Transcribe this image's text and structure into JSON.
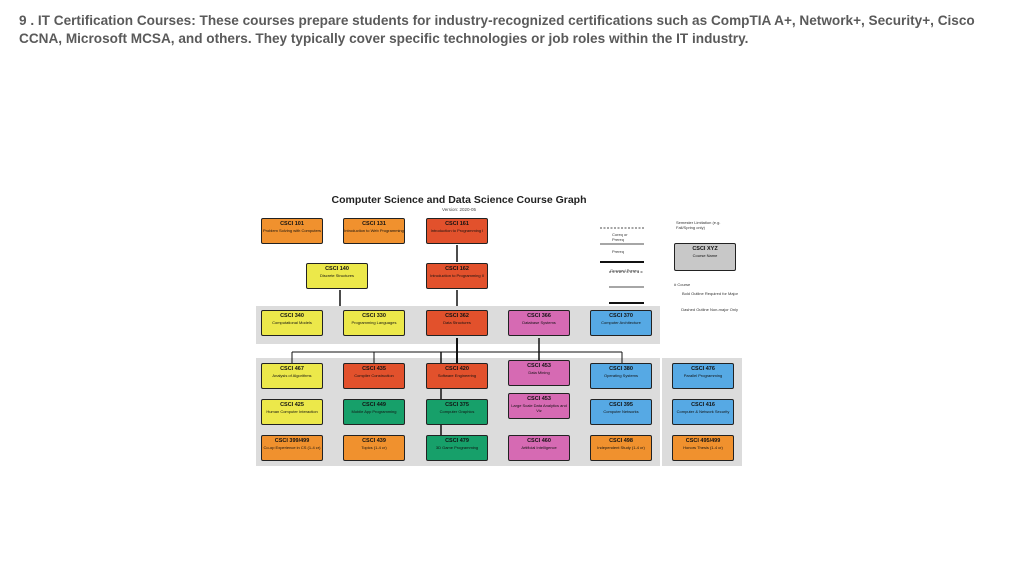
{
  "caption": "9 . IT Certification Courses: These courses prepare students for industry-recognized certifications such as CompTIA A+, Network+, Security+, Cisco CCNA, Microsoft MCSA, and others. They typically cover specific technologies or job roles within the IT industry.",
  "figure": {
    "title": "Computer Science and Data Science Course Graph",
    "version": "Version: 2020-05",
    "colors": {
      "orange": "#f0912e",
      "red": "#e2512c",
      "yellow": "#ece84a",
      "green": "#17a06a",
      "pink": "#d66ab3",
      "blue": "#56a9e4",
      "gray": "#c8c8c8"
    },
    "nodes": {
      "n101": {
        "code": "CSCI 101",
        "name": "Problem Solving with Computers"
      },
      "n131": {
        "code": "CSCI 131",
        "name": "Introduction to Web Programming"
      },
      "n161": {
        "code": "CSCI 161",
        "name": "Introduction to Programming I"
      },
      "n140": {
        "code": "CSCI 140",
        "name": "Discrete Structures"
      },
      "n162": {
        "code": "CSCI 162",
        "name": "Introduction to Programming II"
      },
      "n340": {
        "code": "CSCI 340",
        "name": "Computational Models"
      },
      "n330": {
        "code": "CSCI 330",
        "name": "Programming Languages"
      },
      "n362": {
        "code": "CSCI 362",
        "name": "Data Structures"
      },
      "n366": {
        "code": "CSCI 366",
        "name": "Database Systems"
      },
      "n370": {
        "code": "CSCI 370",
        "name": "Computer Architecture"
      },
      "n467": {
        "code": "CSCI 467",
        "name": "Analysis of Algorithms"
      },
      "n435": {
        "code": "CSCI 435",
        "name": "Compiler Construction"
      },
      "n420": {
        "code": "CSCI 420",
        "name": "Software Engineering"
      },
      "n453a": {
        "code": "CSCI 453",
        "name": "Data Mining"
      },
      "n380": {
        "code": "CSCI 380",
        "name": "Operating Systems"
      },
      "n476": {
        "code": "CSCI 476",
        "name": "Parallel Programming"
      },
      "n425": {
        "code": "CSCI 425",
        "name": "Human Computer Interaction"
      },
      "n449": {
        "code": "CSCI 449",
        "name": "Mobile App Programming"
      },
      "n375": {
        "code": "CSCI 375",
        "name": "Computer Graphics"
      },
      "n453b": {
        "code": "CSCI 453",
        "name": "Large Scale Data Analytics and Viz"
      },
      "n395": {
        "code": "CSCI 395",
        "name": "Computer Networks"
      },
      "n416": {
        "code": "CSCI 416",
        "name": "Computer & Network Security"
      },
      "n399": {
        "code": "CSCI 399/499",
        "name": "Co-op Experience in CS (1-4 cr)"
      },
      "n439": {
        "code": "CSCI 439",
        "name": "Topics (1-4 cr)"
      },
      "n479": {
        "code": "CSCI 479",
        "name": "3D Game Programming"
      },
      "n460": {
        "code": "CSCI 460",
        "name": "Artificial Intelligence"
      },
      "n498": {
        "code": "CSCI 498",
        "name": "Independent Study (1-4 cr)"
      },
      "n495": {
        "code": "CSCI 495/499",
        "name": "Honors Thesis (1-4 cr)"
      }
    },
    "legend": {
      "semester_limit": "Semester Limitation (e.g. Fall/Spring only)",
      "dashed_label": "Coreq or Prereq",
      "thin_label": "Prereq",
      "thick_label": "Grouped Prereq",
      "sample_code": "CSCI XYZ",
      "sample_name": "Course Name",
      "course_note": "# Course",
      "bold_note": "Bold Outline Required for Major",
      "dashed_note": "Dashed Outline Non-major Only"
    }
  }
}
